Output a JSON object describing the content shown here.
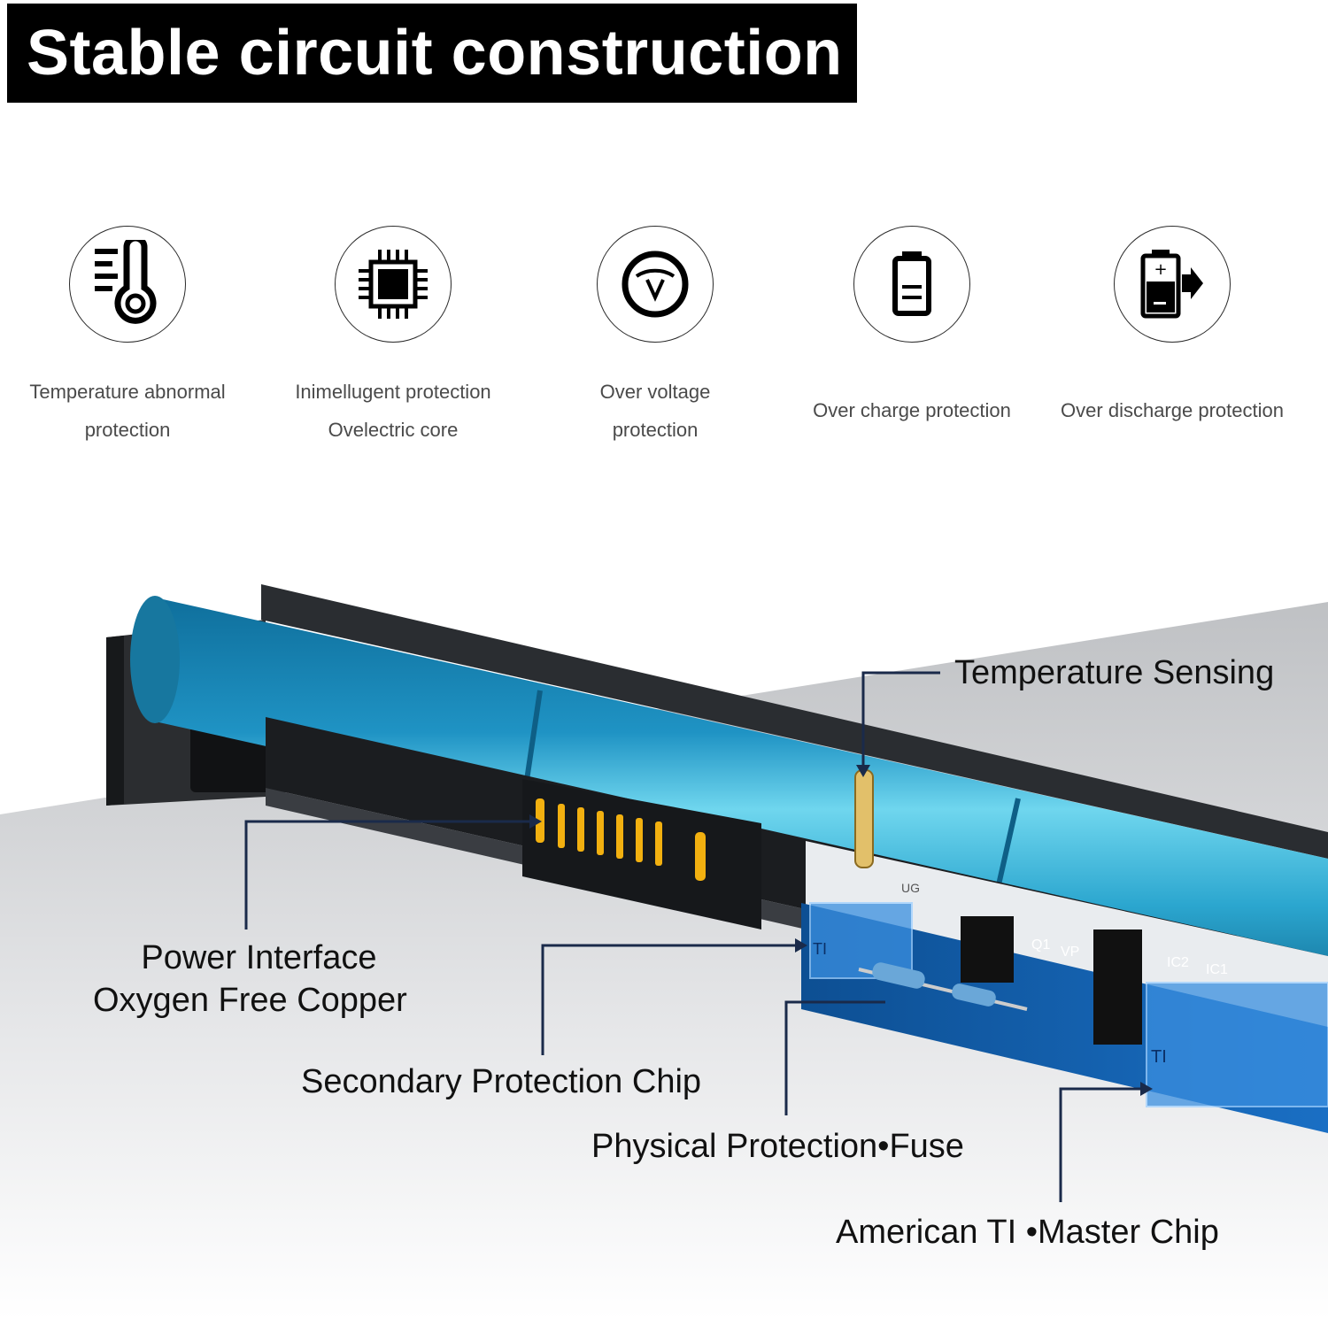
{
  "header": {
    "title": "Stable circuit construction",
    "background": "#000000",
    "text_color": "#ffffff"
  },
  "features": [
    {
      "icon": "thermometer-icon",
      "line1": "Temperature abnormal",
      "line2": "protection"
    },
    {
      "icon": "chip-icon",
      "line1": "Inimellugent protection",
      "line2": "Ovelectric core"
    },
    {
      "icon": "voltage-icon",
      "line1": "Over voltage",
      "line2": "protection"
    },
    {
      "icon": "battery-icon",
      "line1": "Over charge protection"
    },
    {
      "icon": "battery-discharge-icon",
      "line1": "Over discharge protection"
    }
  ],
  "callouts": {
    "temperature_sensing": "Temperature Sensing",
    "power_interface_line1": "Power Interface",
    "power_interface_line2": "Oxygen Free Copper",
    "secondary_protection": "Secondary Protection Chip",
    "physical_protection": "Physical Protection•Fuse",
    "master_chip": "American TI •Master Chip"
  },
  "board_markings": {
    "ti_small": "TI",
    "ti_large": "TI",
    "q1": "Q1",
    "vp": "VP",
    "ic2": "IC2",
    "ic1": "IC1",
    "ug": "UG"
  },
  "colors": {
    "cell_blue": "#1f8fc0",
    "cell_highlight": "#6fd6ee",
    "board_blue": "#1a6fc4",
    "chip_glow": "#4aa8ff",
    "casing": "#1b1d20",
    "floor": "#c8c9cb",
    "leader_line": "#1a2a4a"
  }
}
